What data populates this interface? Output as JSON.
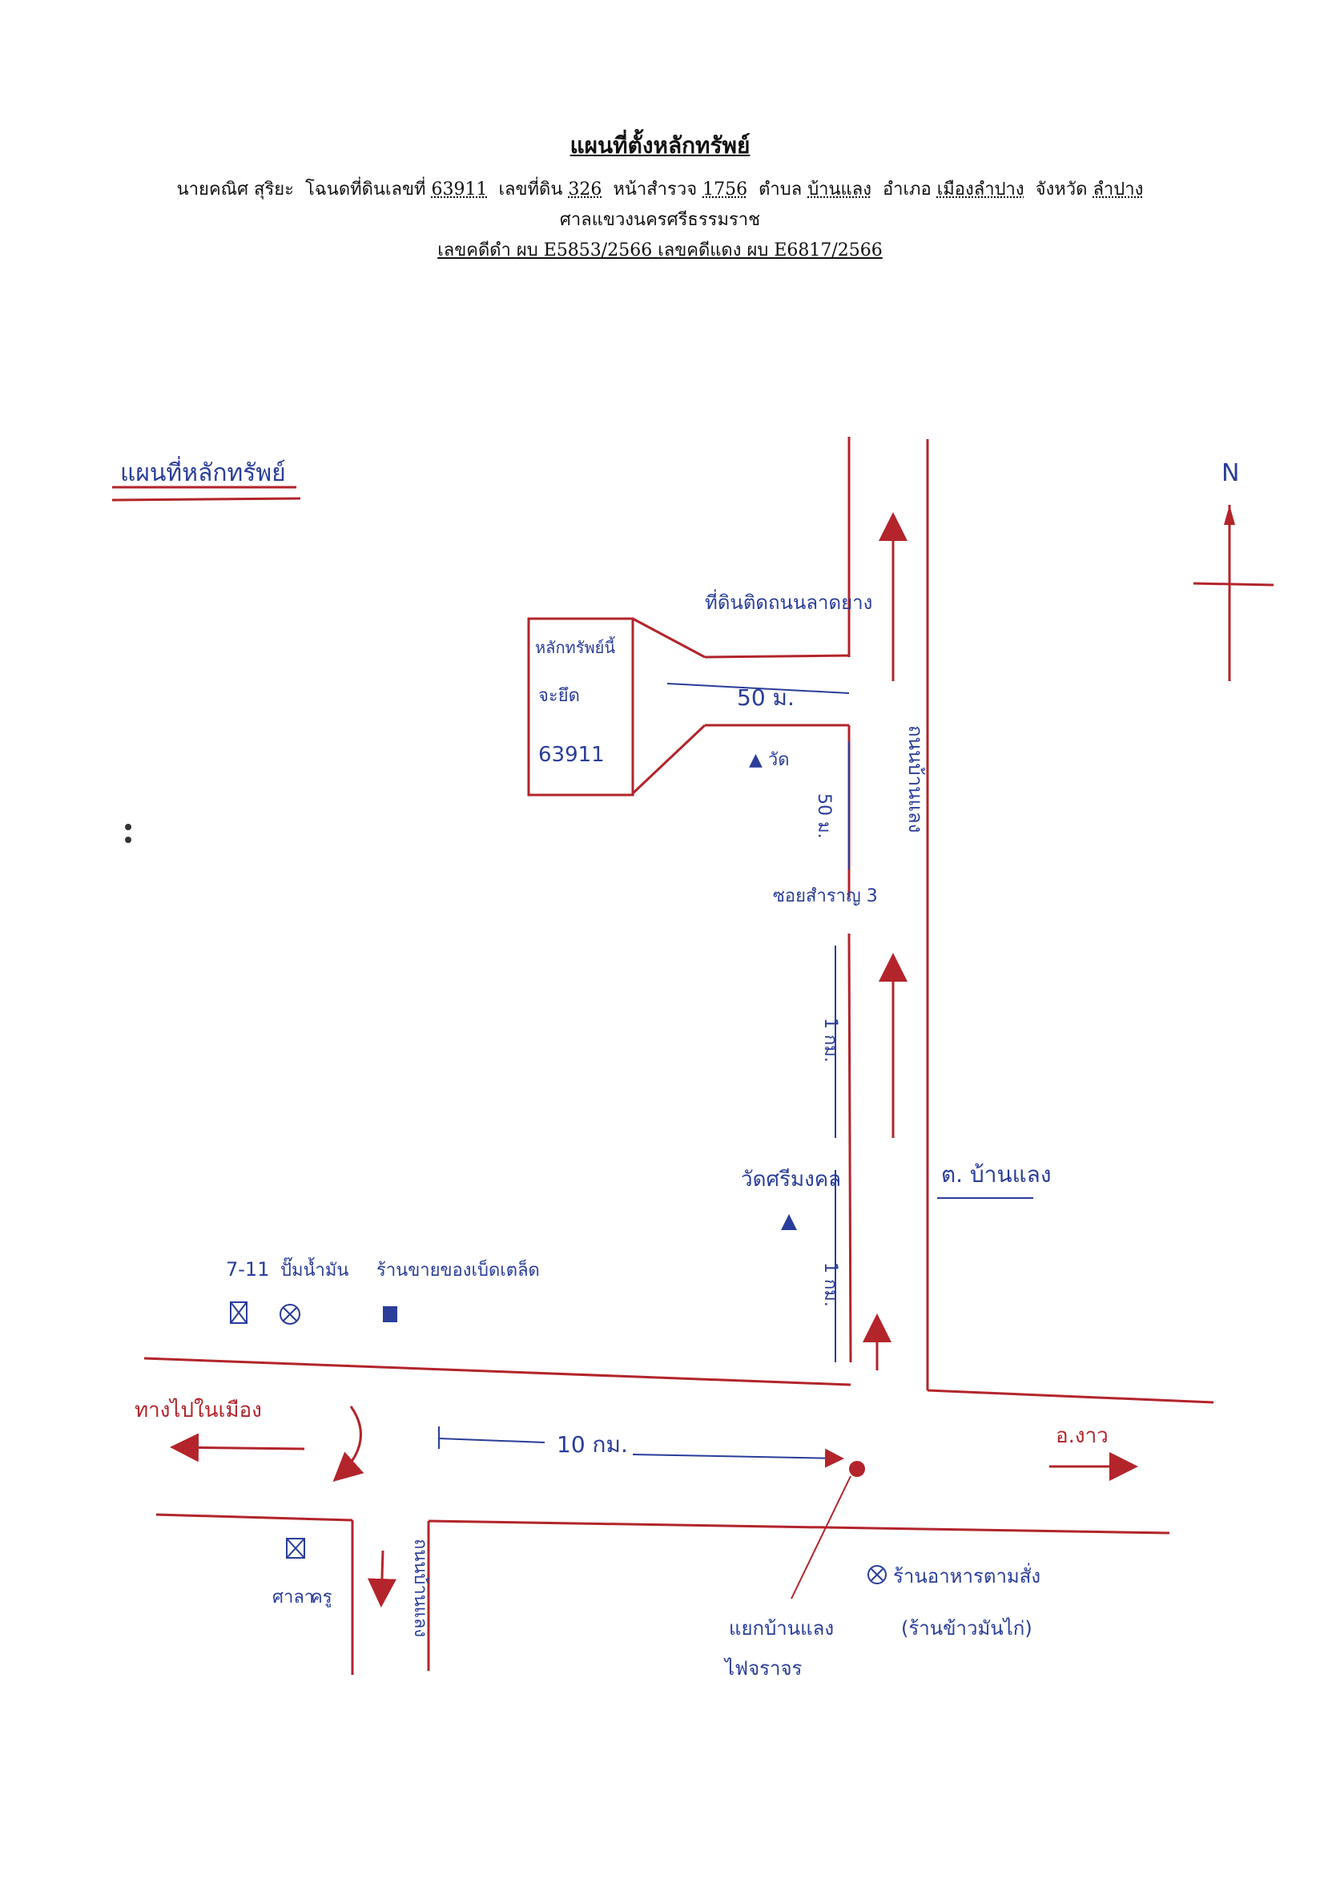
{
  "header": {
    "title": "แผนที่ตั้งหลักทรัพย์",
    "owner": "นายคณิศ สุริยะ",
    "deed_label": "โฉนดที่ดินเลขที่",
    "deed_no": "63911",
    "land_no_label": "เลขที่ดิน",
    "land_no": "326",
    "survey_label": "หน้าสำรวจ",
    "survey_no": "1756",
    "subdistrict_label": "ตำบล",
    "subdistrict": "บ้านแลง",
    "district_label": "อำเภอ",
    "district": "เมืองลำปาง",
    "province_label": "จังหวัด",
    "province": "ลำปาง",
    "court": "ศาลแขวงนครศรีธรรมราช",
    "black_case_label": "เลขคดีดำ",
    "black_case": "ผบ E5853/2566",
    "red_case_label": "เลขคดีแดง",
    "red_case": "ผบ E6817/2566"
  },
  "map": {
    "heading": "แผนที่หลักทรัพย์",
    "north": "N",
    "property_box": [
      "หลักทรัพย์นี้",
      "จะยึด",
      "63911"
    ],
    "side_road_label": "ที่ดินติดถนนลาดยาง",
    "dist_50m_a": "50 ม.",
    "dist_50m_b": "50 ม.",
    "temple": "▲ วัด",
    "soi": "ซอยสำราญ 3",
    "dist_1km_a": "1 กม.",
    "dist_1km_b": "1 กม.",
    "temple2": "วัดศรีมงคล",
    "main_road_vertical": "ถนนบ้านแลง",
    "subdistrict_office": "ต. บ้านแลง",
    "shop_711": "7-11",
    "shop_gas": "ปั๊มน้ำมัน",
    "shop_store": "ร้านขายของเบ็ดเตล็ด",
    "left_direction": "ทางไปในเมือง",
    "dist_10km": "10 กม.",
    "right_direction": "อ.งาว",
    "bottom_left_place": [
      "ศาลา",
      "ครู"
    ],
    "bottom_road": "ถนนบ้านแลง",
    "junction": [
      "แยกบ้านแลง",
      "ไฟจราจร"
    ],
    "bottom_right_place": [
      "ร้านอาหารตามสั่ง",
      "(ร้านข้าวมันไก่)"
    ]
  }
}
